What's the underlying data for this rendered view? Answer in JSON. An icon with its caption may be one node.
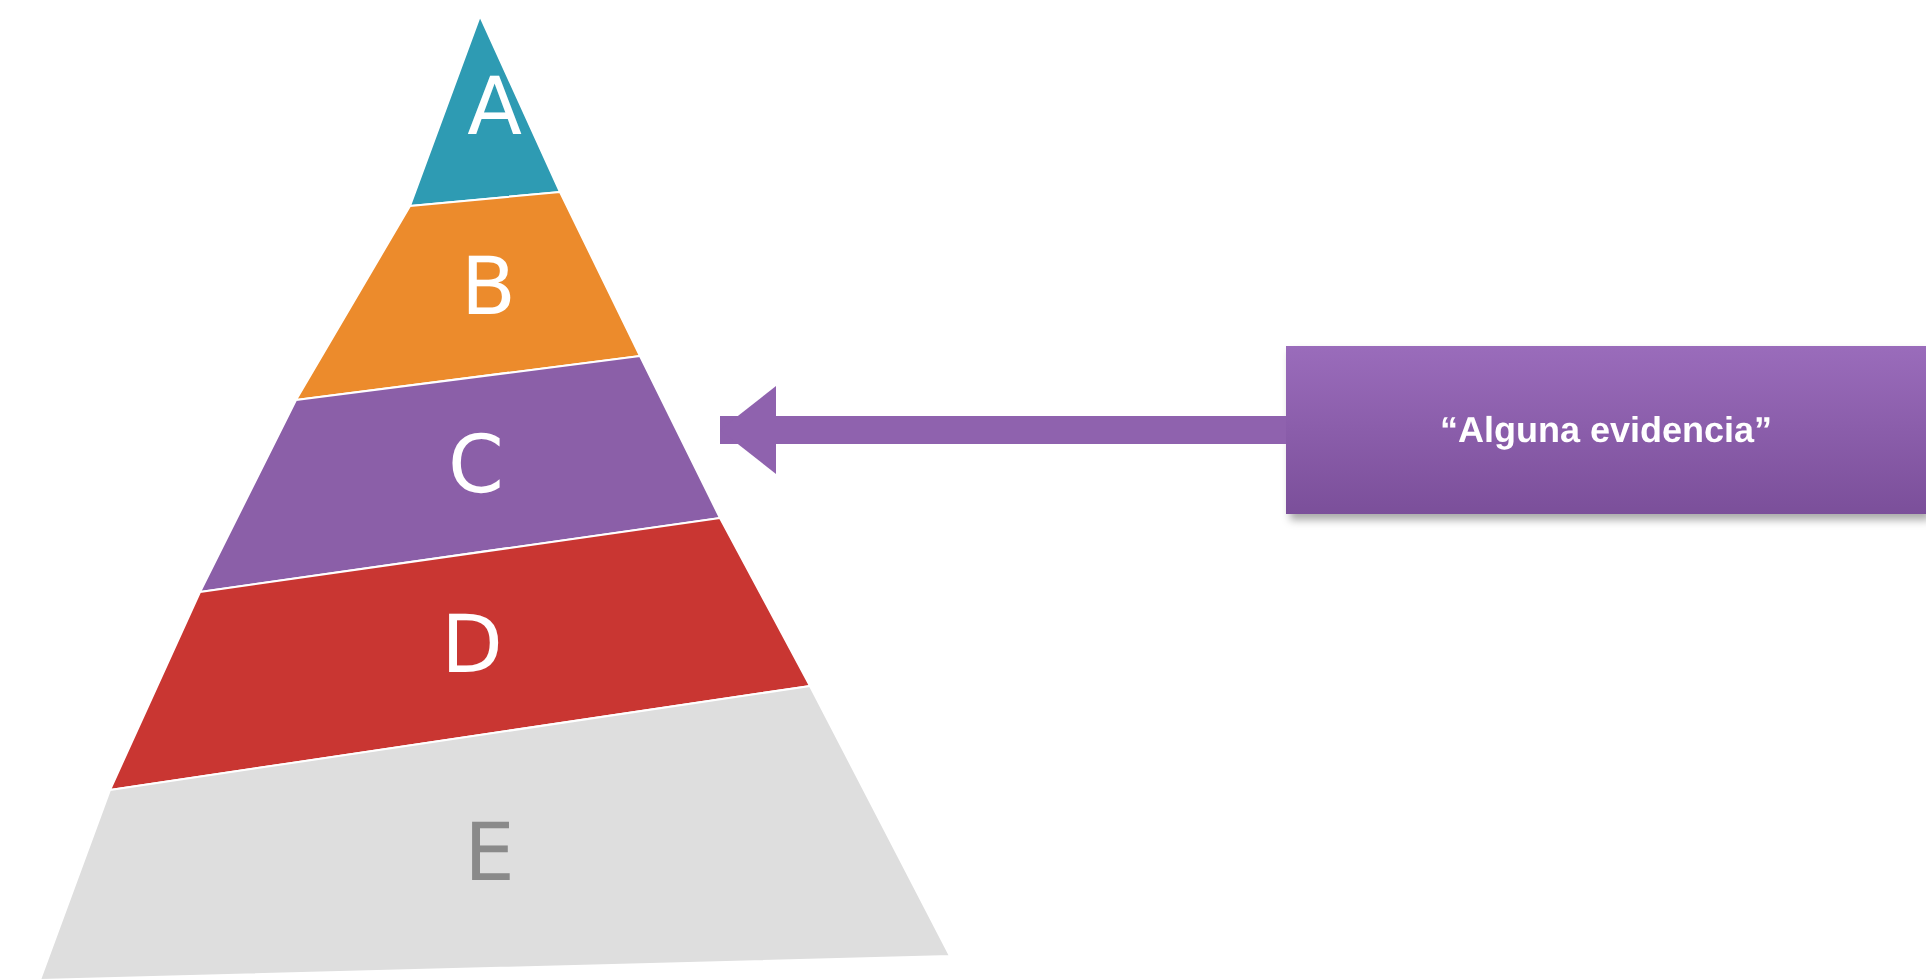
{
  "diagram": {
    "nodes": [
      {
        "text": [
          "A"
        ]
      },
      {
        "text": [
          "B"
        ]
      },
      {
        "text": [
          "C"
        ]
      },
      {
        "text": [
          "D"
        ]
      },
      {
        "text": [
          "E"
        ]
      },
      {
        "text": [
          "“Alguna evidencia”"
        ]
      }
    ],
    "edges": [
      {
        "from": 5,
        "to": 2,
        "arrow": "to"
      }
    ]
  }
}
